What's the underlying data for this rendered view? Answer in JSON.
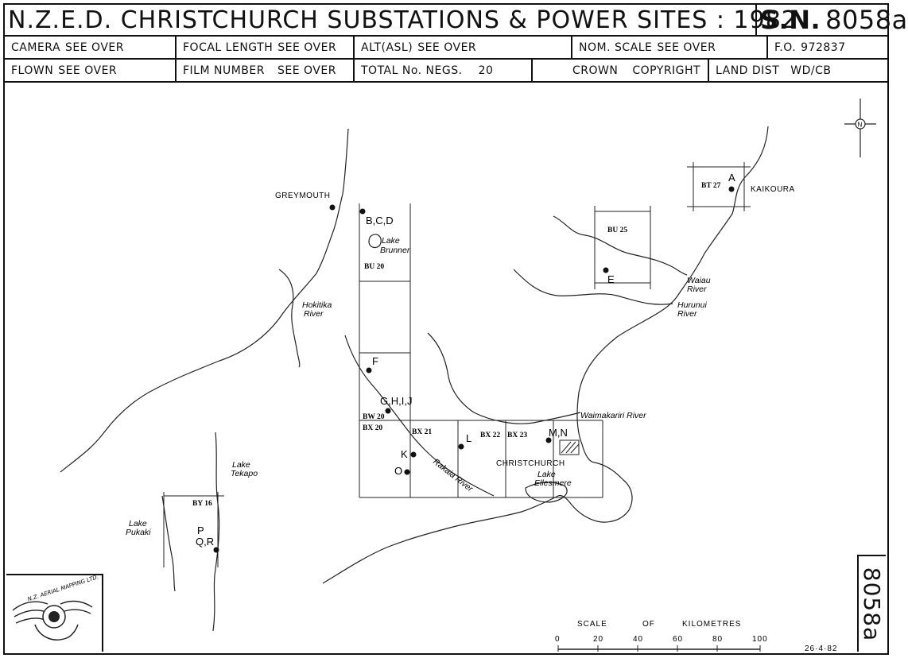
{
  "header": {
    "title": "N.Z.E.D. CHRISTCHURCH  SUBSTATIONS & POWER SITES : 1982",
    "sn_prefix": "S.N.",
    "sn_number": "8058a"
  },
  "info_row1": {
    "camera_label": "CAMERA",
    "camera_value": "SEE OVER",
    "focal_label": "FOCAL LENGTH",
    "focal_value": "SEE OVER",
    "alt_label": "ALT(ASL)",
    "alt_value": "SEE OVER",
    "scale_label": "NOM. SCALE",
    "scale_value": "SEE OVER",
    "fo_label": "F.O.",
    "fo_value": "972837"
  },
  "info_row2": {
    "flown_label": "FLOWN",
    "flown_value": "SEE OVER",
    "film_label": "FILM NUMBER",
    "film_value": "SEE OVER",
    "negs_label": "TOTAL No. NEGS.",
    "negs_value": "20",
    "crown_label": "CROWN",
    "copyright_label": "COPYRIGHT",
    "land_label": "LAND DIST",
    "land_value": "WD/CB"
  },
  "map": {
    "places": {
      "greymouth": "GREYMOUTH",
      "kaikoura": "KAIKOURA",
      "christchurch": "CHRISTCHURCH"
    },
    "water": {
      "lake_brunner": [
        "Lake",
        "Brunner"
      ],
      "hokitika_river": [
        "Hokitika",
        "River"
      ],
      "waiau_river": [
        "Waiau",
        "River"
      ],
      "hurunui_river": [
        "Hurunui",
        "River"
      ],
      "waimakariri_river": "Waimakariri River",
      "rakaia_river": "Rakaia River",
      "lake_ellesmere": [
        "Lake",
        "Ellesmere"
      ],
      "lake_tekapo": [
        "Lake",
        "Tekapo"
      ],
      "lake_pukaki": [
        "Lake",
        "Pukaki"
      ]
    },
    "grid_labels": {
      "bt27": "BT 27",
      "bu25": "BU 25",
      "bu20": "BU 20",
      "bw20": "BW 20",
      "bx20": "BX 20",
      "bx21": "BX 21",
      "bx22": "BX 22",
      "bx23": "BX 23",
      "by16": "BY 16"
    },
    "sites": {
      "a": "A",
      "bcd": "B,C,D",
      "e": "E",
      "f": "F",
      "ghij": "G,H,I,J",
      "k": "K",
      "l": "L",
      "mn": "M,N",
      "o": "O",
      "p": "P",
      "qr": "Q,R"
    },
    "north_label": "N"
  },
  "scale_bar": {
    "title_words": [
      "SCALE",
      "OF",
      "KILOMETRES"
    ],
    "ticks": [
      "0",
      "20",
      "40",
      "60",
      "80",
      "100"
    ]
  },
  "date": "26·4·82",
  "side_number": "8058a",
  "logo_text": "N.Z. AERIAL MAPPING LTD."
}
